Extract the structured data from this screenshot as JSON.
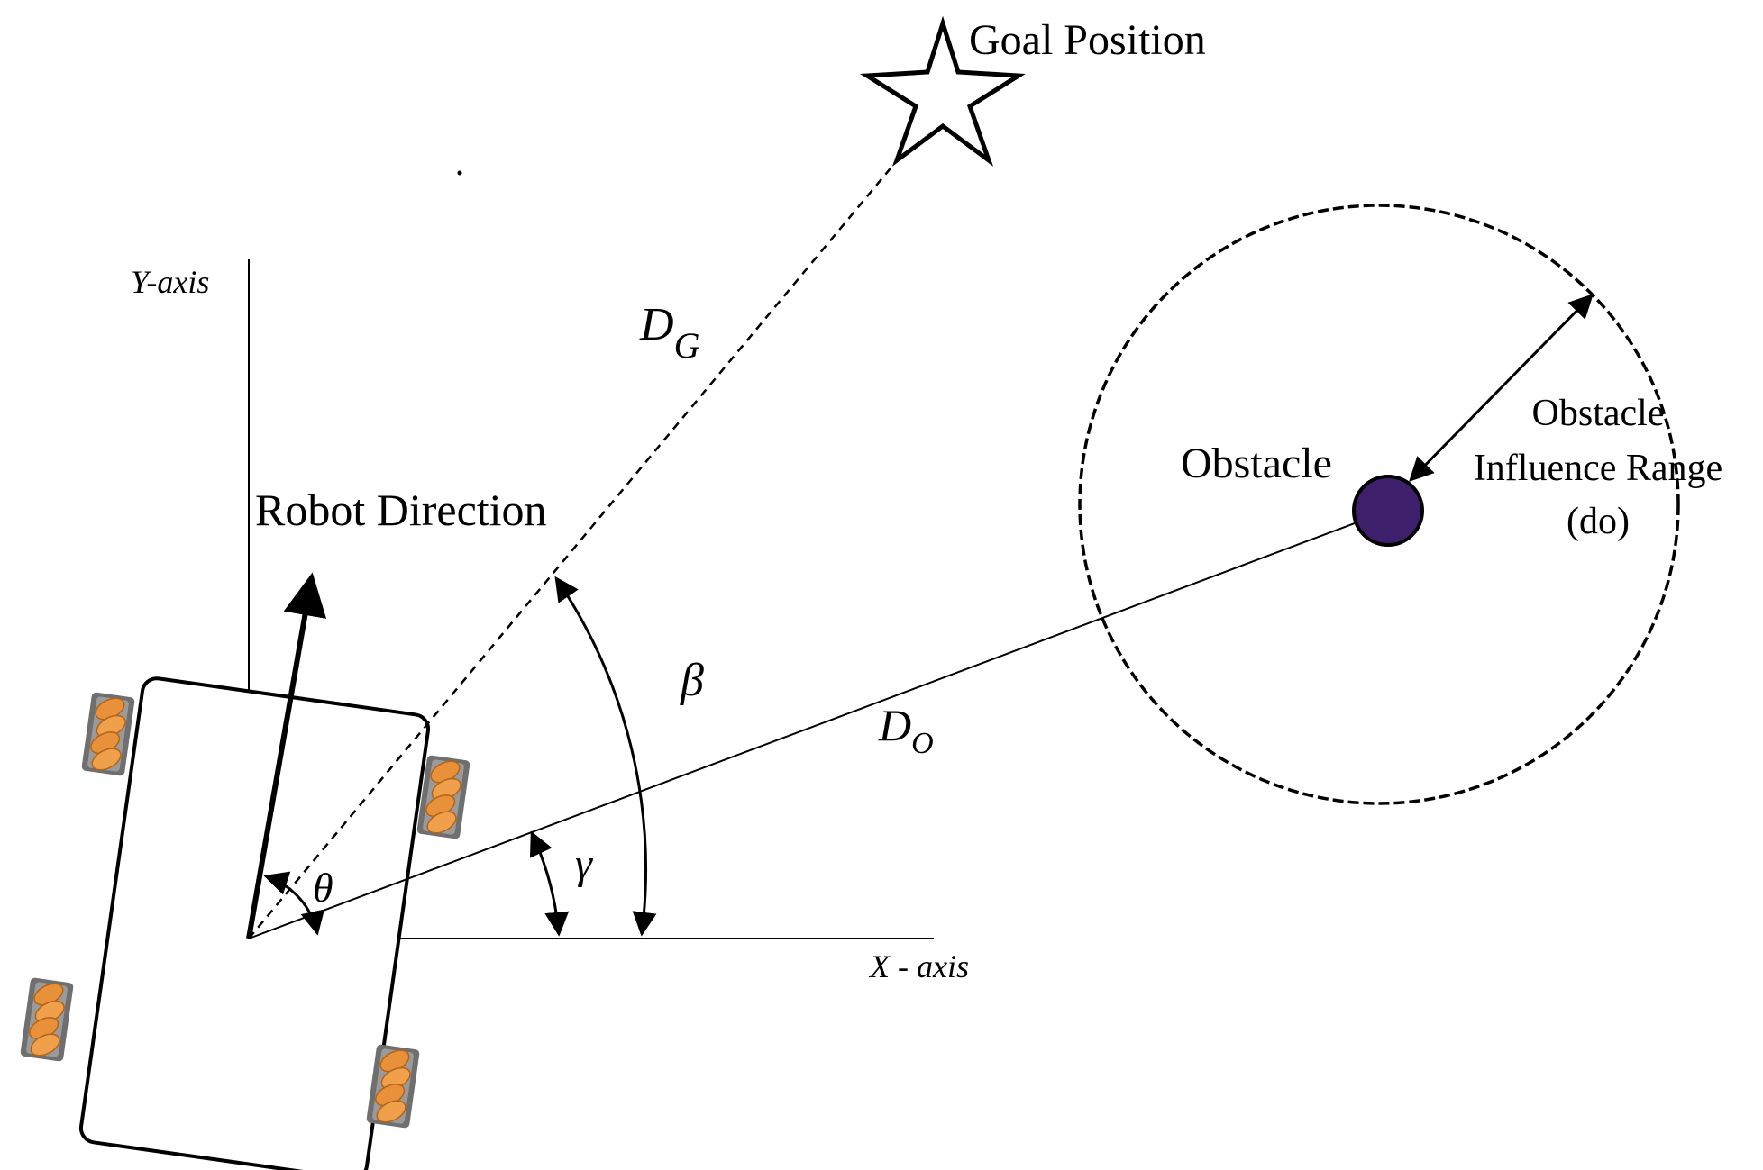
{
  "labels": {
    "goal": "Goal Position",
    "y_axis": "Y-axis",
    "x_axis": "X - axis",
    "robot_direction": "Robot Direction",
    "obstacle": "Obstacle",
    "influence_line1": "Obstacle",
    "influence_line2": "Influence Range",
    "influence_line3": "(do)",
    "dg_main": "D",
    "dg_sub": "G",
    "do_main": "D",
    "do_sub": "O",
    "beta": "β",
    "gamma": "γ",
    "theta": "θ"
  },
  "colors": {
    "ink": "#000000",
    "obstacle_fill": "#3d1f6b",
    "wheel_roller": "#e8913a",
    "wheel_hub": "#8a8a8a"
  }
}
